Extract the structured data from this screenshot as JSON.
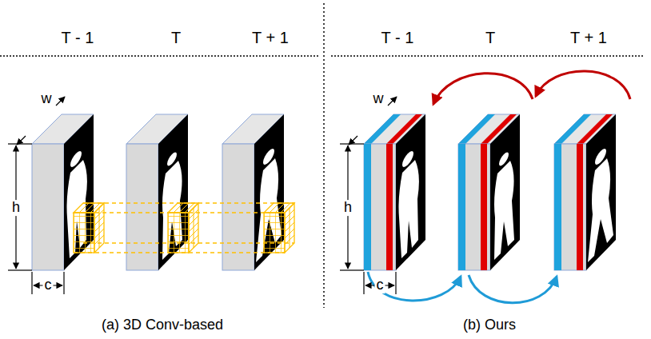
{
  "diagram": {
    "labels": [
      "T - 1",
      "T",
      "T + 1",
      "w",
      "h",
      "c",
      "(a) 3D Conv-based",
      "T - 1",
      "T",
      "T + 1",
      "w",
      "h",
      "c",
      "(b) Ours"
    ]
  }
}
